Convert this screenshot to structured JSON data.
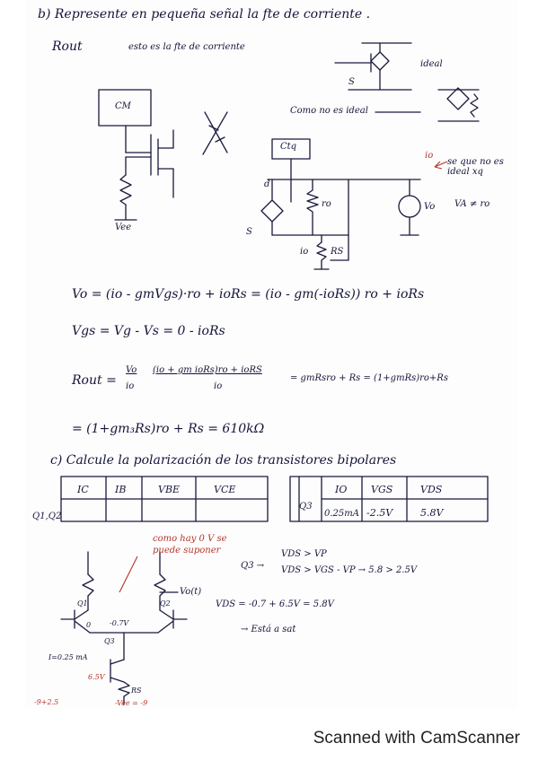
{
  "part_b": {
    "title": "b) Represente en pequeña señal la fte de corriente .",
    "rout_label": "Rout",
    "rout_note": "esto es la fte de corriente",
    "ideal_note": "ideal",
    "como_ideal": "Como no es ideal",
    "no_ideal_note": "se que no es ideal xq",
    "va_note": "VA ≠ ro",
    "cm_label": "CM",
    "ctq_label": "Ctq",
    "vee_label": "Vee",
    "node_d": "d",
    "node_s": "S",
    "node_s2": "S",
    "io_label": "io",
    "io_label2": "io",
    "ro_label": "ro",
    "rs_label": "RS",
    "vo_label": "Vo",
    "eq1": "Vo = (io - gmVgs)·ro + ioRs = (io - gm(-ioRs)) ro + ioRs",
    "eq2": "Vgs = Vg - Vs = 0 - ioRs",
    "eq3_lhs": "Rout =",
    "eq3_frac1_num": "Vo",
    "eq3_frac1_den": "io",
    "eq3_frac2_num": "(io + gm ioRs)ro + ioRS",
    "eq3_frac2_den": "io",
    "eq3_tail": "= gmRsro + Rs = (1+gmRs)ro+Rs",
    "eq4": "= (1+gm₃Rs)ro + Rs = 610kΩ"
  },
  "part_c": {
    "title": "c) Calcule la polarización de los transistores bipolares",
    "table1": {
      "headers": [
        "IC",
        "IB",
        "VBE",
        "VCE"
      ],
      "row_label": "Q1,Q2",
      "cells": [
        "",
        "",
        "",
        ""
      ]
    },
    "table2": {
      "headers": [
        "IO",
        "VGS",
        "VDS"
      ],
      "row_label": "Q3",
      "cells": [
        "0.25mA",
        "-2.5V",
        "5.8V"
      ]
    },
    "red_note_1": "como hay 0 V se",
    "red_note_2": "puede suponer",
    "q3_label": "Q3 →",
    "cond1": "VDS > VP",
    "cond2": "VDS > VGS - VP → 5.8 > 2.5V",
    "vds_eq": "VDS = -0.7 + 6.5V = 5.8V",
    "sat_note": "→ Está a sat",
    "vout_label": "Vo(t)",
    "q1_label": "Q1",
    "q2_label": "Q2",
    "q3_node": "Q3",
    "v_node": "-0.7V",
    "zero": "0",
    "i_label": "I=0.25 mA",
    "v65": "6.5V",
    "left_v": "-9+2.5",
    "rs2": "RS",
    "vee2": "-Vee = -9"
  },
  "footer": {
    "text": "Scanned with CamScanner"
  }
}
